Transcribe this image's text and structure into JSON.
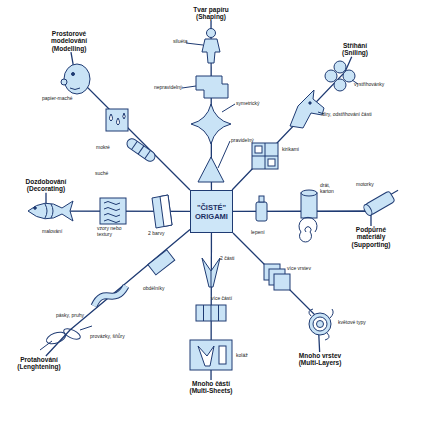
{
  "diagram": {
    "nodes": [
      {
        "text": [
          "Prostorové modelování (Modelling)"
        ]
      },
      {
        "text": [
          "Tvar papíru (Shaping)"
        ]
      },
      {
        "text": [
          "Stříhání (Sniling)"
        ]
      },
      {
        "text": [
          "Dozdobování (Decorating)"
        ]
      },
      {
        "text": [
          "\"ČISTÉ\" ORIGAMI"
        ]
      },
      {
        "text": [
          "Podpůrné materiály (Supporting)"
        ]
      },
      {
        "text": [
          "Protahování (Lenghtening)"
        ]
      },
      {
        "text": [
          "Mnoho vrstev (Multi-Layers)"
        ]
      },
      {
        "text": [
          "Mnoho částí (Multi-Sheets)"
        ]
      }
    ],
    "edges": [
      {
        "from": 4,
        "to": 0,
        "arrow": "none"
      },
      {
        "from": 4,
        "to": 1,
        "arrow": "none"
      },
      {
        "from": 4,
        "to": 2,
        "arrow": "none"
      },
      {
        "from": 4,
        "to": 3,
        "arrow": "none"
      },
      {
        "from": 4,
        "to": 5,
        "arrow": "none"
      },
      {
        "from": 4,
        "to": 6,
        "arrow": "none"
      },
      {
        "from": 4,
        "to": 7,
        "arrow": "none"
      },
      {
        "from": 4,
        "to": 8,
        "arrow": "none"
      }
    ],
    "labels": [
      "siluéta",
      "papier-maché",
      "nepravidelný",
      "mokré",
      "symetrický",
      "vystřihovánky",
      "díry, odstřihování části",
      "pravidelný",
      "suché",
      "kirikami",
      "malování",
      "vzory nebo textury",
      "2 barvy",
      "lepení",
      "drát, karton",
      "motorky",
      "2 části",
      "obdélníky",
      "více vrstev",
      "více částí",
      "pásky, pruhy",
      "květové typy",
      "provázky, šňůry",
      "koláž"
    ]
  }
}
